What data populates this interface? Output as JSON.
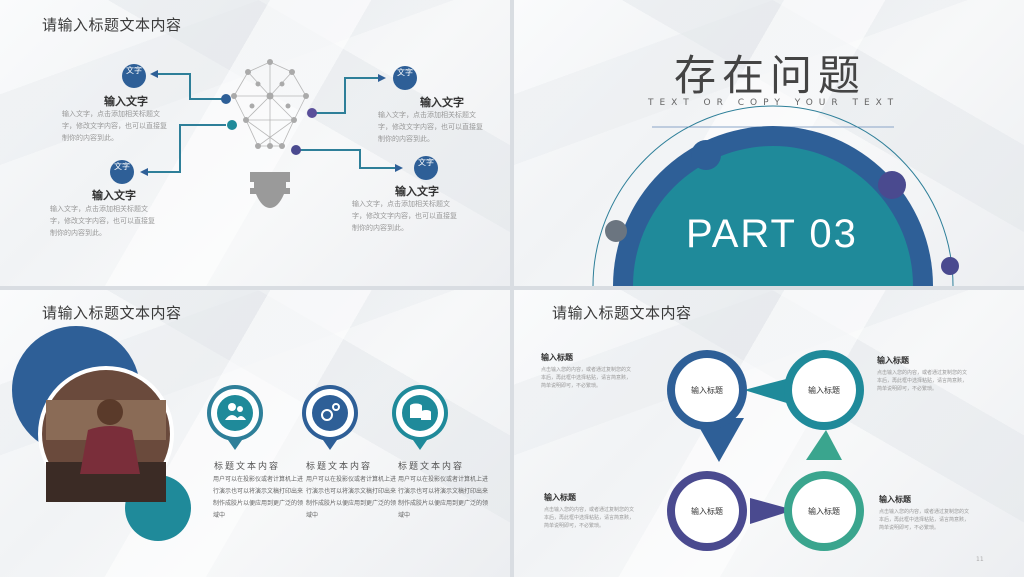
{
  "slide1": {
    "title": "请输入标题文本内容",
    "badge": "文字",
    "items": [
      {
        "heading": "输入文字",
        "text": "输入文字，点击添加相关标题文字，修改文字内容，也可以直接复制你的内容到此。"
      },
      {
        "heading": "输入文字",
        "text": "输入文字，点击添加相关标题文字，修改文字内容，也可以直接复制你的内容到此。"
      },
      {
        "heading": "输入文字",
        "text": "输入文字，点击添加相关标题文字，修改文字内容，也可以直接复制你的内容到此。"
      },
      {
        "heading": "输入文字",
        "text": "输入文字，点击添加相关标题文字，修改文字内容，也可以直接复制你的内容到此。"
      }
    ],
    "icon": "lightbulb-network-icon"
  },
  "slide2": {
    "title": "存在问题",
    "subtitle": "TEXT OR COPY YOUR TEXT",
    "part": "PART  03"
  },
  "slide3": {
    "title": "请输入标题文本内容",
    "features": [
      {
        "icon": "users-icon",
        "title": "标题文本内容",
        "text": "用户可以在投影仪或者计算机上进行演示也可以将演示文稿打印出来制作成胶片以便应用到更广泛的领域中"
      },
      {
        "icon": "gears-icon",
        "title": "标题文本内容",
        "text": "用户可以在投影仪或者计算机上进行演示也可以将演示文稿打印出来制作成胶片以便应用到更广泛的领域中"
      },
      {
        "icon": "coins-icon",
        "title": "标题文本内容",
        "text": "用户可以在投影仪或者计算机上进行演示也可以将演示文稿打印出来制作成胶片以便应用到更广泛的领域中"
      }
    ]
  },
  "slide4": {
    "title": "请输入标题文本内容",
    "node_label": "输入标题",
    "side": [
      {
        "heading": "输入标题",
        "text": "点击输入您的内容，或者通过复制您的文本后，再此框中选择粘贴，请言简意赅，简单说明即可，不必繁琐。"
      },
      {
        "heading": "输入标题",
        "text": "点击输入您的内容，或者通过复制您的文本后，再此框中选择粘贴，请言简意赅，简单说明即可，不必繁琐。"
      },
      {
        "heading": "输入标题",
        "text": "点击输入您的内容，或者通过复制您的文本后，再此框中选择粘贴，请言简意赅，简单说明即可，不必繁琐。"
      },
      {
        "heading": "输入标题",
        "text": "点击输入您的内容，或者通过复制您的文本后，再此框中选择粘贴，请言简意赅，简单说明即可，不必繁琐。"
      }
    ],
    "page_number": "11"
  },
  "colors": {
    "blue": "#2e5f97",
    "teal": "#1f8a9a",
    "purple": "#4a4a8f",
    "green": "#3aa58e",
    "gray": "#6b7580"
  }
}
